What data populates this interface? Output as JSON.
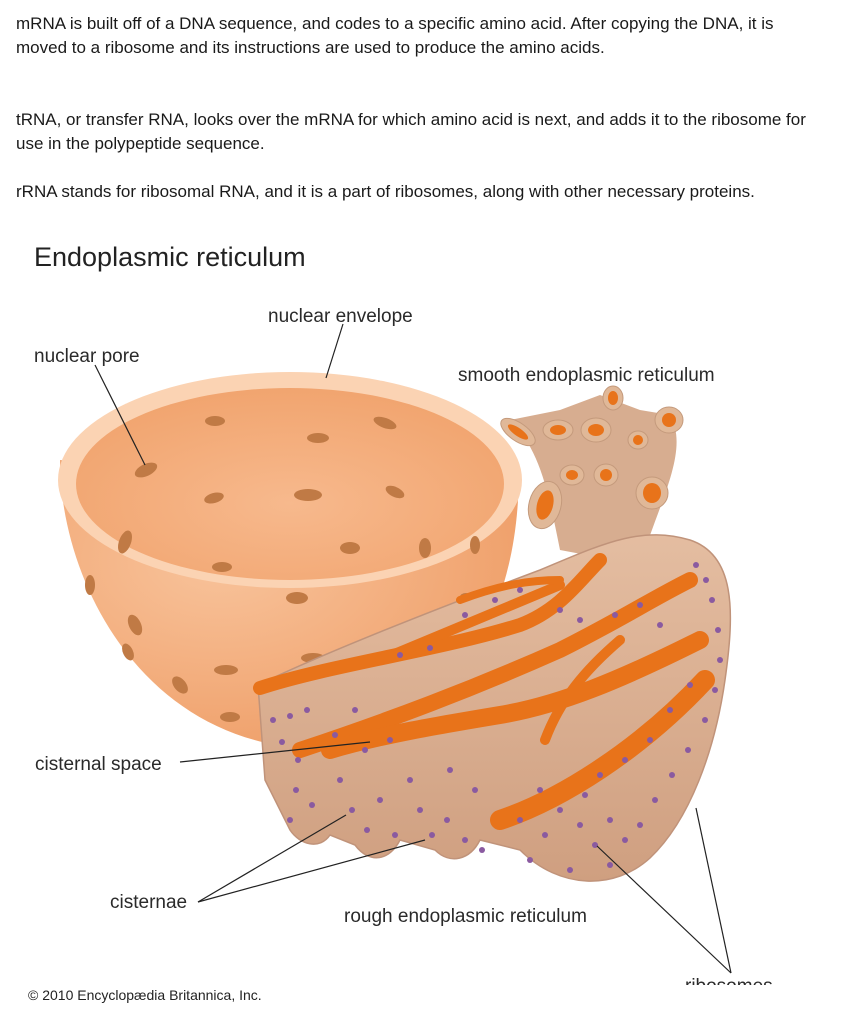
{
  "paragraphs": [
    "mRNA is built off of a DNA sequence, and codes to a specific amino acid. After copying the DNA, it is moved to a ribosome and its instructions are used to produce the amino acids.",
    "tRNA, or transfer RNA, looks over the mRNA for which amino acid is next, and adds it to the ribosome for use in the polypeptide sequence.",
    "rRNA stands for ribosomal RNA, and it is a part of ribosomes, along with other necessary proteins."
  ],
  "figure": {
    "title": "Endoplasmic reticulum",
    "labels": {
      "nuclear_envelope": "nuclear envelope",
      "nuclear_pore": "nuclear pore",
      "smooth_er": "smooth endoplasmic reticulum",
      "cisternal_space": "cisternal space",
      "cisternae": "cisternae",
      "rough_er": "rough endoplasmic reticulum",
      "ribosomes": "ribosomes"
    },
    "copyright": "© 2010 Encyclopædia Britannica, Inc.",
    "colors": {
      "envelope_outer": "#f3a874",
      "envelope_inner": "#f6b88a",
      "rim": "#fbd3b3",
      "pore": "#c07a45",
      "er_membrane": "#d9ad8f",
      "er_lumen": "#e8731a",
      "ribosome": "#8a5aa0"
    }
  }
}
